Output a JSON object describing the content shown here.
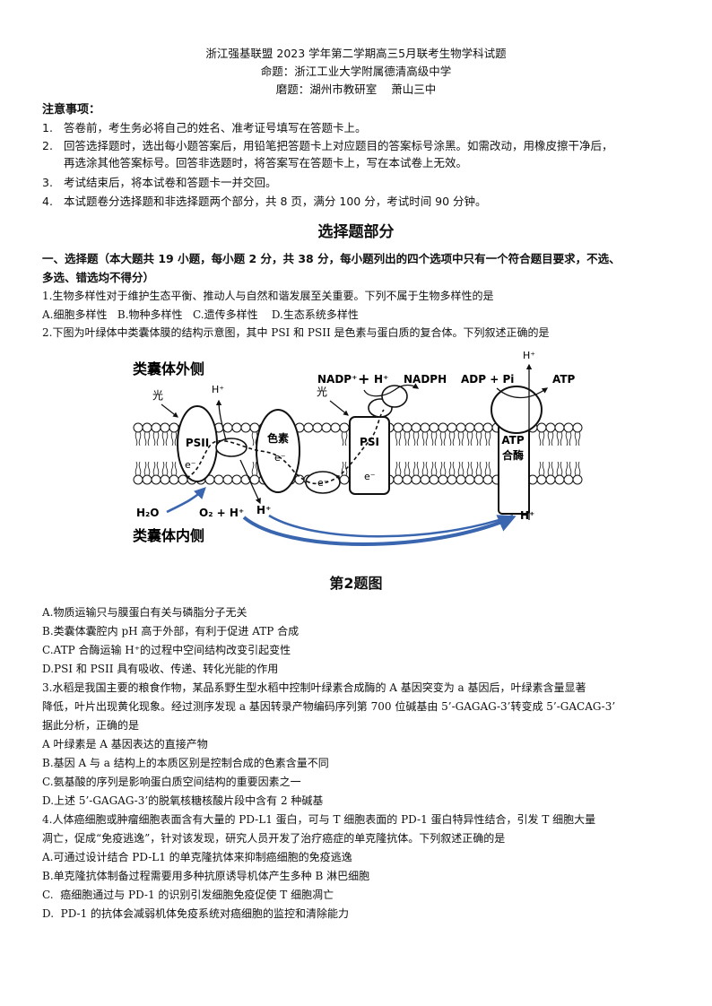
{
  "header": {
    "title": "浙江强基联盟 2023 学年第二学期高三5月联考生物学科试题",
    "proposer": "命题：浙江工业大学附属德清高级中学",
    "reviewer": "磨题：湖州市教研室    萧山三中"
  },
  "notice": {
    "title": "注意事项：",
    "items": [
      {
        "num": "1.",
        "text": "答卷前，考生务必将自己的姓名、准考证号填写在答题卡上。"
      },
      {
        "num": "2.",
        "text": "回答选择题时，选出每小题答案后，用铅笔把答题卡上对应题目的答案标号涂黑。如需改动，用橡皮擦干净后，",
        "cont": "再选涂其他答案标号。回答非选题时，将答案写在答题卡上，写在本试卷上无效。"
      },
      {
        "num": "3.",
        "text": "考试结束后，将本试卷和答题卡一并交回。"
      },
      {
        "num": "4.",
        "text": "本试题卷分选择题和非选择题两个部分，共 8 页，满分 100 分，考试时间 90 分钟。"
      }
    ]
  },
  "section": {
    "title": "选择题部分",
    "intro_line1": "一、选择题（本大题共 19 小题，每小题 2 分，共 38 分，每小题列出的四个选项中只有一个符合题目要求，不选、",
    "intro_line2": "多选、错选均不得分）"
  },
  "q1": {
    "stem": "1.生物多样性对于维护生态平衡、推动人与自然和谐发展至关重要。下列不属于生物多样性的是",
    "options": "A.细胞多样性   B.物种多样性   C.遗传多样性    D.生态系统多样性"
  },
  "q2": {
    "stem": "2.下图为叶绿体中类囊体膜的结构示意图，其中 PSI 和 PSII 是色素与蛋白质的复合体。下列叙述正确的是",
    "figure": {
      "outside_label": "类囊体外侧",
      "inside_label": "类囊体内侧",
      "light1": "光",
      "light2": "光",
      "hplus_top1": "H⁺",
      "nadp": "NADP⁺",
      "plus": "+",
      "hplus_nadp": "H⁺",
      "nadph": "NADPH",
      "adp": "ADP + Pi",
      "atp": "ATP",
      "hplus_top_right": "H⁺",
      "psii": "PSII",
      "psi": "PSI",
      "pigment": "色素",
      "atp_synthase_1": "ATP",
      "atp_synthase_2": "合酶",
      "e1": "e⁻",
      "e2": "e⁻",
      "e3": "e⁻",
      "e4": "e⁻",
      "h2o": "H₂O",
      "o2h": "O₂ + H⁺",
      "hplus_bottom": "H⁺",
      "hplus_right": "H⁺"
    },
    "caption": "第2题图",
    "options": [
      "A.物质运输只与膜蛋白有关与磷脂分子无关",
      "B.类囊体囊腔内 pH 高于外部，有利于促进 ATP 合成",
      "C.ATP 合酶运输 H⁺的过程中空间结构改变引起变性",
      "D.PSI 和 PSII 具有吸收、传递、转化光能的作用"
    ]
  },
  "q3": {
    "stem_lines": [
      "3.水稻是我国主要的粮食作物，某品系野生型水稻中控制叶绿素合成酶的 A 基因突变为 a 基因后，叶绿素含量显著",
      "降低，叶片出现黄化现象。经过测序发现 a 基因转录产物编码序列第 700 位碱基由 5’-GAGAG-3’转变成 5’-GACAG-3’",
      "据此分析，正确的是"
    ],
    "options": [
      "A 叶绿素是 A 基因表达的直接产物",
      "B.基因 A 与 a 结构上的本质区别是控制合成的色素含量不同",
      "C.氨基酸的序列是影响蛋白质空间结构的重要因素之一",
      "D.上述 5’-GAGAG-3’的脱氧核糖核酸片段中含有 2 种碱基"
    ]
  },
  "q4": {
    "stem_lines": [
      "4.人体癌细胞或肿瘤细胞表面含有大量的 PD-L1 蛋白，可与 T 细胞表面的 PD-1 蛋白特异性结合，引发 T 细胞大量",
      "凋亡，促成“免疫逃逸”，针对该发现，研究人员开发了治疗癌症的单克隆抗体。下列叙述正确的是"
    ],
    "options": [
      "A.可通过设计结合 PD-L1 的单克隆抗体来抑制癌细胞的免疫逃逸",
      "B.单克隆抗体制备过程需要用多种抗原诱导机体产生多种 B 淋巴细胞",
      "C.  癌细胞通过与 PD-1 的识别引发细胞免疫促使 T 细胞凋亡",
      "D.  PD-1 的抗体会减弱机体免疫系统对癌细胞的监控和清除能力"
    ]
  }
}
